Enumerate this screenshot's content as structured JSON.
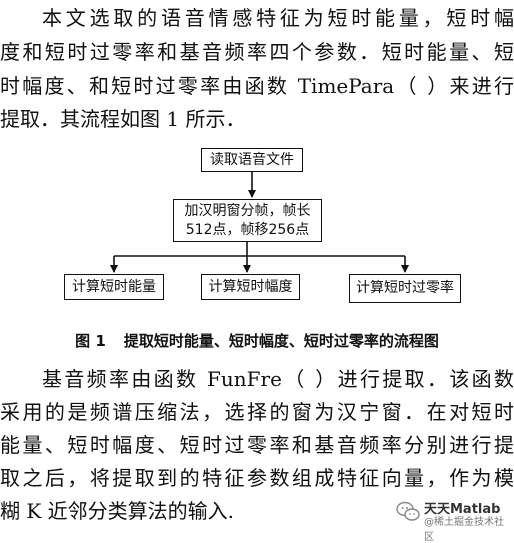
{
  "paragraph1": {
    "lines": [
      "本文选取的语音情感特征为短时能量，短时幅",
      "度和短时过零率和基音频率四个参数．短时能量、短",
      "时幅度、和短时过零率由函数 TimePara（ ）来进行",
      "提取．其流程如图 1 所示．"
    ]
  },
  "flowchart": {
    "box_read": "读取语音文件",
    "box_window_line1": "加汉明窗分帧，帧长",
    "box_window_line2": "512点，帧移256点",
    "box_energy": "计算短时能量",
    "box_amplitude": "计算短时幅度",
    "box_zcr": "计算短时过零率"
  },
  "figure_caption": {
    "number": "图 1",
    "text": "提取短时能量、短时幅度、短时过零率的流程图"
  },
  "paragraph2": {
    "lines": [
      "基音频率由函数 FunFre（ ）进行提取．该函数",
      "采用的是频谱压缩法，选择的窗为汉宁窗．在对短时",
      "能量、短时幅度、短时过零率和基音频率分别进行提",
      "取之后，将提取到的特征参数组成特征向量，作为模",
      "糊 K 近邻分类算法的输入."
    ]
  },
  "watermark": {
    "line1": "天天Matlab",
    "line2": "@稀土掘金技术社区"
  }
}
